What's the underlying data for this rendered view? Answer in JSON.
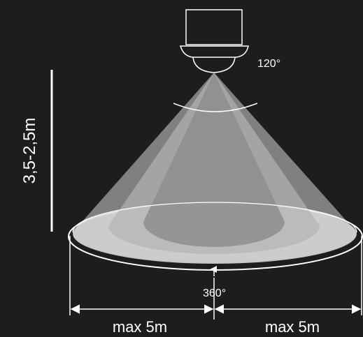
{
  "labels": {
    "height_range": "3,5-2,5m",
    "angle_vertical": "120°",
    "angle_horizontal": "360°",
    "reach_left": "max 5m",
    "reach_right": "max 5m"
  },
  "colors": {
    "background": "#1d1d1d",
    "line": "#ffffff",
    "cone_outer": "#d9d9d9",
    "cone_middle": "#b9b9b9",
    "cone_inner": "#8f8f8f"
  }
}
